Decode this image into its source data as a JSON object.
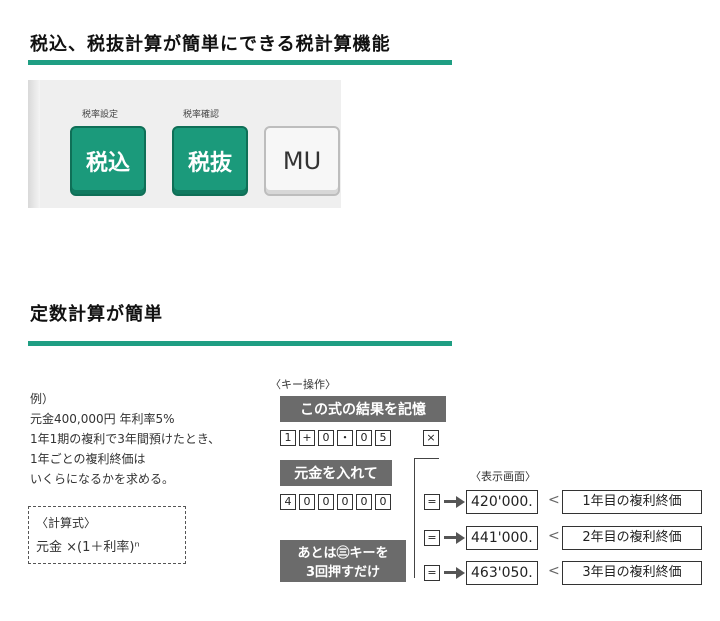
{
  "section1": {
    "title": "税込、税抜計算が簡単にできる税計算機能"
  },
  "keys": [
    {
      "caption": "税率設定",
      "label": "税込"
    },
    {
      "caption": "税率確認",
      "label": "税抜"
    },
    {
      "caption": "",
      "label": "MU"
    }
  ],
  "section2": {
    "title": "定数計算が簡単"
  },
  "example": {
    "heading": "例）",
    "lines": [
      "元金400,000円 年利率5%",
      "1年1期の複利で3年間預けたとき、",
      "1年ごとの複利終価は",
      "いくらになるかを求める。"
    ],
    "formula_label": "〈計算式〉",
    "formula": "元金 ×(1＋利率)ⁿ"
  },
  "keyops": {
    "heading": "〈キー操作〉",
    "banner1": "この式の結果を記憶",
    "keys1": [
      "1",
      "+",
      "0",
      "・",
      "0",
      "5",
      "×"
    ],
    "banner2": "元金を入れて",
    "keys2": [
      "4",
      "0",
      "0",
      "0",
      "0",
      "0",
      "="
    ],
    "banner3_line1": "あとは㊂キーを",
    "banner3_line2": "3回押すだけ",
    "eq_key": "=",
    "display_heading": "〈表示画面〉",
    "results": [
      {
        "value": "420'000.",
        "label": "1年目の複利終価"
      },
      {
        "value": "441'000.",
        "label": "2年目の複利終価"
      },
      {
        "value": "463'050.",
        "label": "3年目の複利終価"
      }
    ]
  }
}
